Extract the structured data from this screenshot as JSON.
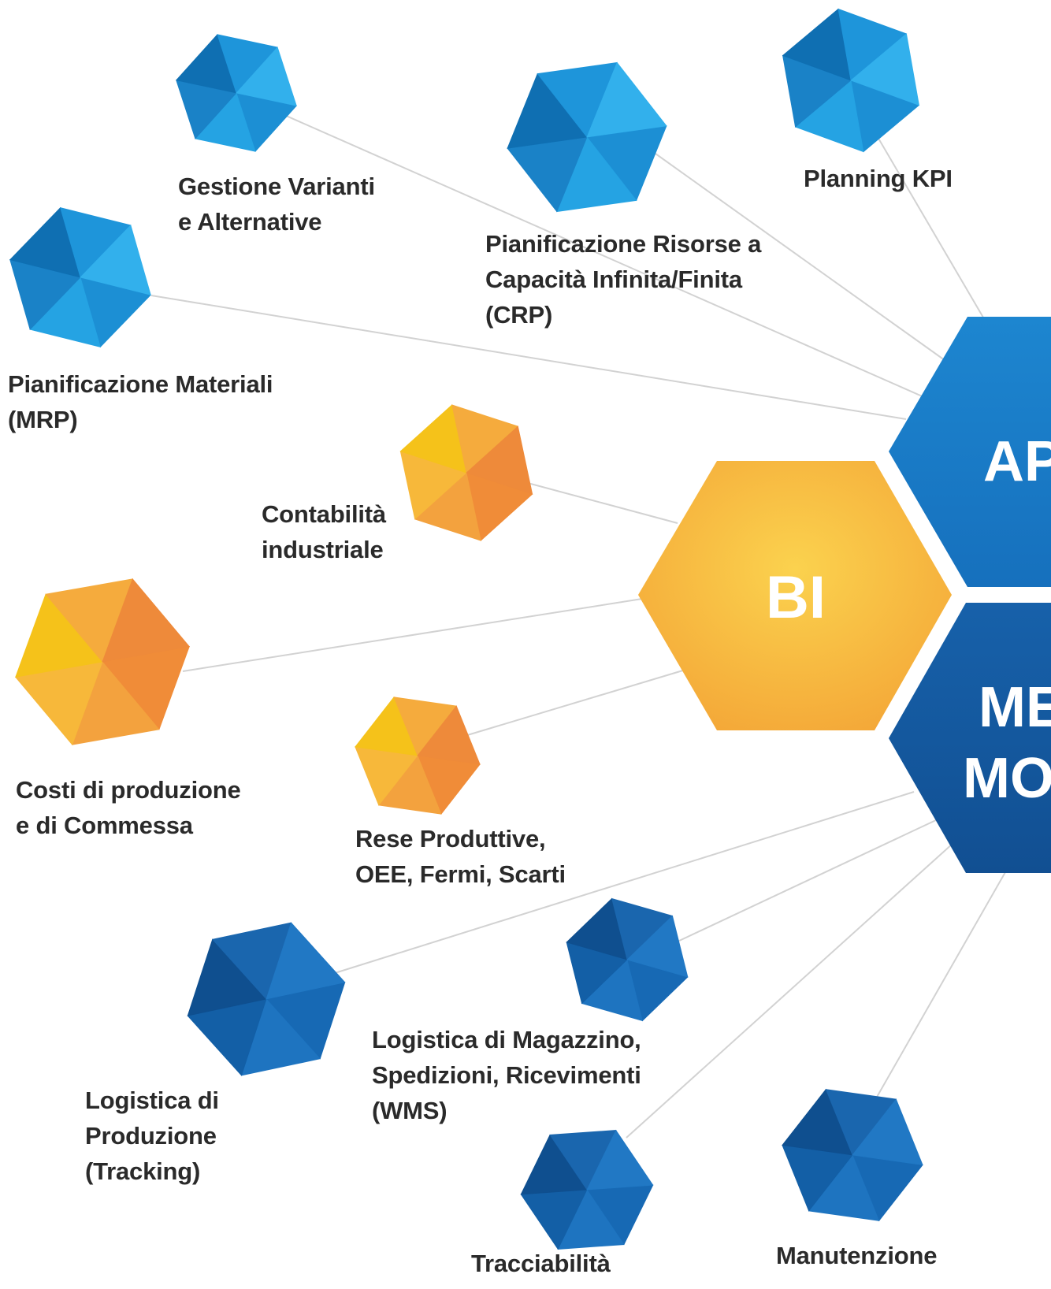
{
  "hubs": {
    "bi": "BI",
    "aps": "AP",
    "mes_line1": "ME",
    "mes_line2": "MO"
  },
  "nodes": {
    "gestione_varianti": "Gestione Varianti\ne Alternative",
    "pianificazione_risorse": "Pianificazione Risorse a\nCapacità Infinita/Finita\n(CRP)",
    "planning_kpi": "Planning KPI",
    "pianificazione_materiali": "Pianificazione Materiali\n(MRP)",
    "contabilita_industriale": "Contabilità\nindustriale",
    "costi_produzione": "Costi di produzione\ne di Commessa",
    "rese_produttive": "Rese Produttive,\nOEE, Fermi, Scarti",
    "logistica_magazzino": "Logistica di Magazzino,\nSpedizioni, Ricevimenti\n(WMS)",
    "logistica_produzione": "Logistica di\nProduzione\n(Tracking)",
    "tracciabilita": "Tracciabilità",
    "manutenzione": "Manutenzione"
  },
  "colors": {
    "light_blue": "#1e9ad8",
    "dark_blue": "#1565b0",
    "orange": "#f5a83a",
    "aps_hub": "#1a7bc6",
    "mes_hub": "#135aa0",
    "bi_hub": "#f7b53c",
    "connector": "#d0d0d0",
    "label_text": "#2a2a2a"
  }
}
